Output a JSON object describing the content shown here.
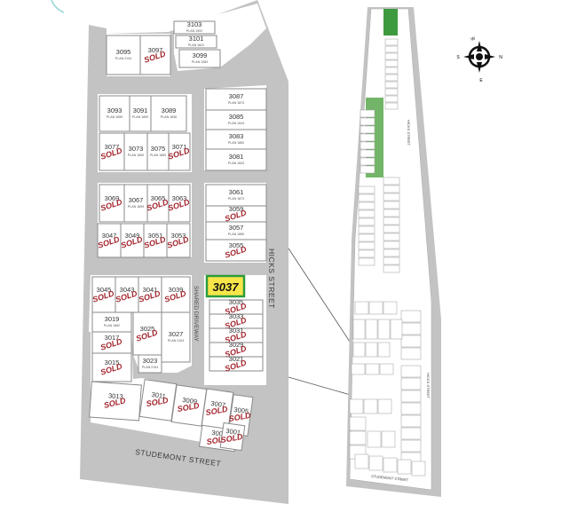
{
  "streets": {
    "hicks": "HICKS STREET",
    "studemont": "STUDEMONT STREET",
    "shared_driveway": "SHARED DRIVEWAY"
  },
  "highlight": {
    "label": "3037",
    "color": "#f6e64a",
    "border": "#2e9b3c"
  },
  "sold_label": "SOLD",
  "sold_color": "#a3262e",
  "compass": [
    "N",
    "E",
    "S",
    "W"
  ],
  "lots": [
    {
      "id": "3103",
      "plan": "PLAN 1902",
      "sold": false
    },
    {
      "id": "3101",
      "plan": "PLAN 1841",
      "sold": false
    },
    {
      "id": "3099",
      "plan": "PLAN 1083",
      "sold": false
    },
    {
      "id": "3095",
      "plan": "PLAN 2104",
      "sold": false
    },
    {
      "id": "3097",
      "plan": "",
      "sold": true
    },
    {
      "id": "3093",
      "plan": "PLAN 1859",
      "sold": false
    },
    {
      "id": "3091",
      "plan": "PLAN 1859",
      "sold": false
    },
    {
      "id": "3089",
      "plan": "PLAN 1836",
      "sold": false
    },
    {
      "id": "3087",
      "plan": "PLAN 1873",
      "sold": false
    },
    {
      "id": "3085",
      "plan": "PLAN 1644",
      "sold": false
    },
    {
      "id": "3083",
      "plan": "PLAN 1860",
      "sold": false
    },
    {
      "id": "3081",
      "plan": "PLAN 1843",
      "sold": false
    },
    {
      "id": "3077",
      "plan": "",
      "sold": true
    },
    {
      "id": "3073",
      "plan": "PLAN 1859",
      "sold": false
    },
    {
      "id": "3075",
      "plan": "PLAN 1859",
      "sold": false
    },
    {
      "id": "3071",
      "plan": "",
      "sold": true
    },
    {
      "id": "3061",
      "plan": "PLAN 1873",
      "sold": false
    },
    {
      "id": "3059",
      "plan": "",
      "sold": true
    },
    {
      "id": "3057",
      "plan": "PLAN 1860",
      "sold": false
    },
    {
      "id": "3055",
      "plan": "",
      "sold": true
    },
    {
      "id": "3069",
      "plan": "",
      "sold": true
    },
    {
      "id": "3067",
      "plan": "PLAN 1859",
      "sold": false
    },
    {
      "id": "3065",
      "plan": "",
      "sold": true
    },
    {
      "id": "3063",
      "plan": "",
      "sold": true
    },
    {
      "id": "3047",
      "plan": "",
      "sold": true
    },
    {
      "id": "3049",
      "plan": "",
      "sold": true
    },
    {
      "id": "3051",
      "plan": "",
      "sold": true
    },
    {
      "id": "3053",
      "plan": "",
      "sold": true
    },
    {
      "id": "3045",
      "plan": "",
      "sold": true
    },
    {
      "id": "3043",
      "plan": "",
      "sold": true
    },
    {
      "id": "3041",
      "plan": "",
      "sold": true
    },
    {
      "id": "3039",
      "plan": "",
      "sold": true
    },
    {
      "id": "3035",
      "plan": "",
      "sold": true
    },
    {
      "id": "3033",
      "plan": "",
      "sold": true
    },
    {
      "id": "3031",
      "plan": "",
      "sold": true
    },
    {
      "id": "3029",
      "plan": "",
      "sold": true
    },
    {
      "id": "3027",
      "plan": "PLAN 2104",
      "sold": false
    },
    {
      "id": "3025",
      "plan": "",
      "sold": true
    },
    {
      "id": "3023",
      "plan": "PLAN 2104",
      "sold": false
    },
    {
      "id": "3021",
      "plan": "",
      "sold": true
    },
    {
      "id": "3019",
      "plan": "PLAN 1862",
      "sold": false
    },
    {
      "id": "3017",
      "plan": "",
      "sold": true
    },
    {
      "id": "3015",
      "plan": "",
      "sold": true
    },
    {
      "id": "3013",
      "plan": "",
      "sold": true
    },
    {
      "id": "3011",
      "plan": "",
      "sold": true
    },
    {
      "id": "3009",
      "plan": "",
      "sold": true
    },
    {
      "id": "3007",
      "plan": "",
      "sold": true
    },
    {
      "id": "3005",
      "plan": "",
      "sold": true
    },
    {
      "id": "3003",
      "plan": "",
      "sold": true
    },
    {
      "id": "3001",
      "plan": "",
      "sold": true
    }
  ]
}
